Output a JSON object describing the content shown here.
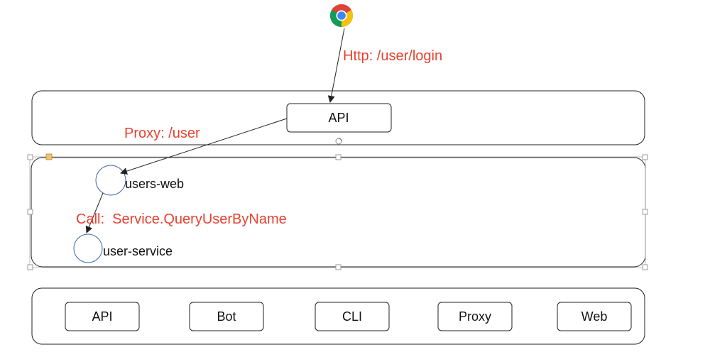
{
  "colors": {
    "annotation": "#e8402f",
    "stroke": "#222222",
    "circle_stroke": "#3f63a8",
    "handle": "#f2c46d"
  },
  "icons": {
    "browser": "chrome-icon"
  },
  "annotations": {
    "http": "Http: /user/login",
    "proxy": "Proxy: /user",
    "call": "Call:  Service.QueryUserByName"
  },
  "api_layer": {
    "api_box": "API"
  },
  "services_layer": {
    "users_web": "users-web",
    "user_service": "user-service"
  },
  "clients_layer": {
    "items": [
      "API",
      "Bot",
      "CLI",
      "Proxy",
      "Web"
    ]
  }
}
